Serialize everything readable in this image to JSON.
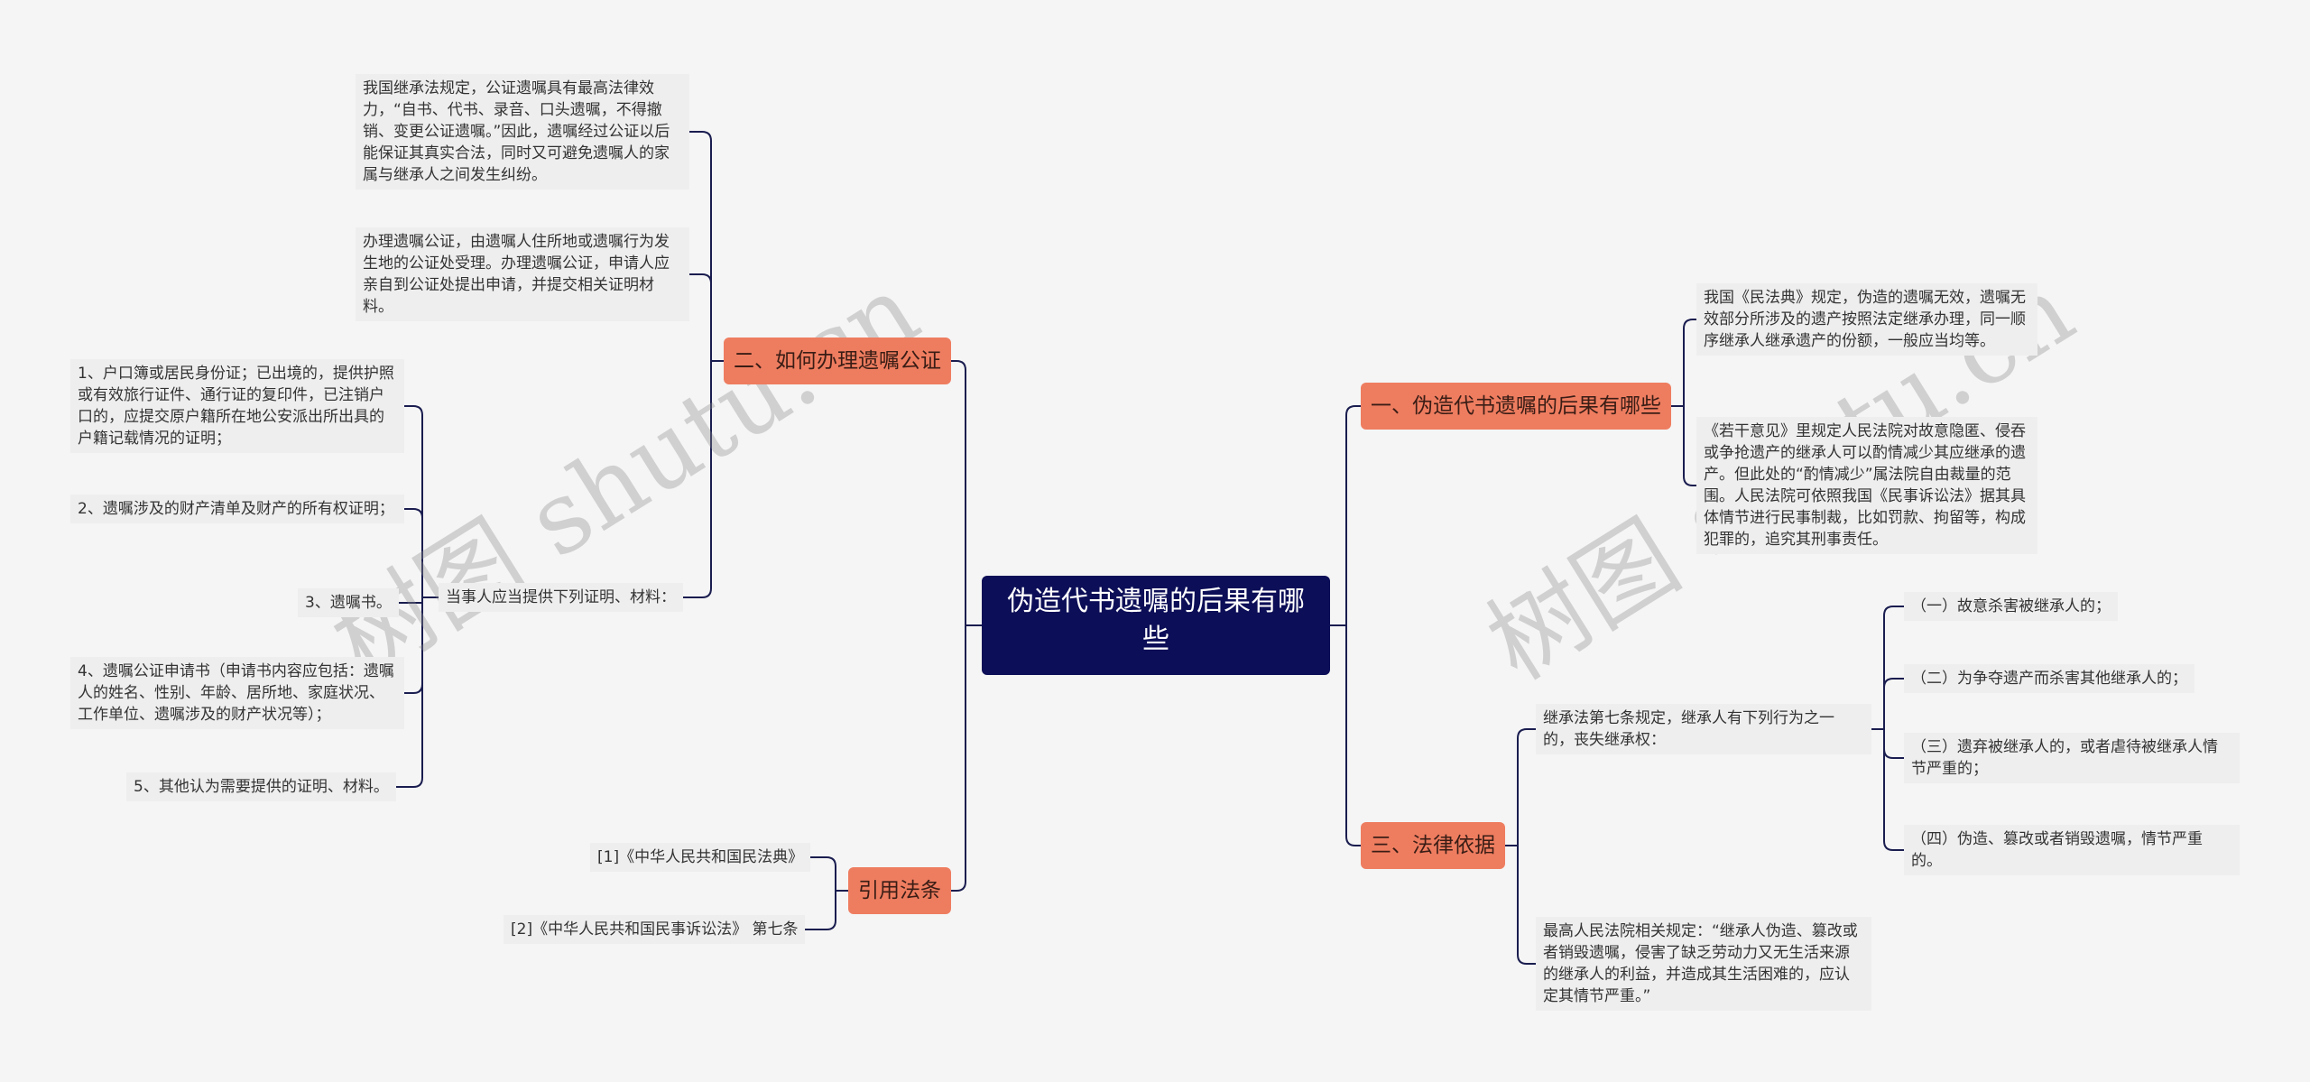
{
  "watermark": "树图 shutu.cn",
  "root": "伪造代书遗嘱的后果有哪些",
  "branches": {
    "b1": {
      "title": "一、伪造代书遗嘱的后果有哪些",
      "leaves": [
        "我国《民法典》规定，伪造的遗嘱无效，遗嘱无效部分所涉及的遗产按照法定继承办理，同一顺序继承人继承遗产的份额，一般应当均等。",
        "《若干意见》里规定人民法院对故意隐匿、侵吞或争抢遗产的继承人可以酌情减少其应继承的遗产。但此处的“酌情减少”属法院自由裁量的范围。人民法院可依照我国《民事诉讼法》据其具体情节进行民事制裁，比如罚款、拘留等，构成犯罪的，追究其刑事责任。"
      ]
    },
    "b2": {
      "title": "二、如何办理遗嘱公证",
      "leaves": [
        "我国继承法规定，公证遗嘱具有最高法律效力，“自书、代书、录音、口头遗嘱，不得撤销、变更公证遗嘱。”因此，遗嘱经过公证以后能保证其真实合法，同时又可避免遗嘱人的家属与继承人之间发生纠纷。",
        "办理遗嘱公证，由遗嘱人住所地或遗嘱行为发生地的公证处受理。办理遗嘱公证，申请人应亲自到公证处提出申请，并提交相关证明材料。",
        "当事人应当提供下列证明、材料："
      ],
      "materials": [
        "1、户口簿或居民身份证；已出境的，提供护照或有效旅行证件、通行证的复印件，已注销户口的，应提交原户籍所在地公安派出所出具的户籍记载情况的证明；",
        "2、遗嘱涉及的财产清单及财产的所有权证明；",
        "3、遗嘱书。",
        "4、遗嘱公证申请书（申请书内容应包括：遗嘱人的姓名、性别、年龄、居所地、家庭状况、工作单位、遗嘱涉及的财产状况等）；",
        "5、其他认为需要提供的证明、材料。"
      ]
    },
    "b3": {
      "title": "三、法律依据",
      "leaves": [
        "继承法第七条规定，继承人有下列行为之一的，丧失继承权：",
        "最高人民法院相关规定：“继承人伪造、篡改或者销毁遗嘱，侵害了缺乏劳动力又无生活来源的继承人的利益，并造成其生活困难的，应认定其情节严重。”"
      ],
      "acts": [
        "（一）故意杀害被继承人的；",
        "（二）为争夺遗产而杀害其他继承人的；",
        "（三）遗弃被继承人的，或者虐待被继承人情节严重的；",
        "（四）伪造、篡改或者销毁遗嘱，情节严重的。"
      ]
    },
    "b4": {
      "title": "引用法条",
      "leaves": [
        "[1]《中华人民共和国民法典》",
        "[2]《中华人民共和国民事诉讼法》 第七条"
      ]
    }
  },
  "colors": {
    "root": "#0c0e57",
    "branch": "#ee7d60",
    "line": "#1a1d4f",
    "leaf": "#eeeeee"
  }
}
